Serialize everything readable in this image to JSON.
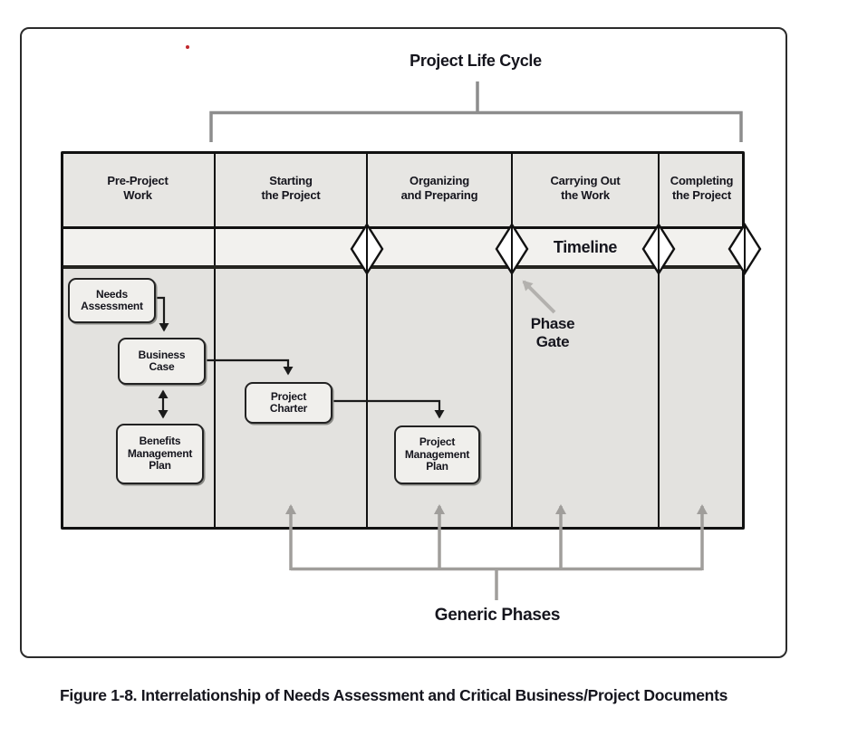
{
  "title": "Project Life Cycle",
  "columns": [
    {
      "lines": [
        "Pre-Project",
        "Work"
      ]
    },
    {
      "lines": [
        "Starting",
        "the Project"
      ]
    },
    {
      "lines": [
        "Organizing",
        "and Preparing"
      ]
    },
    {
      "lines": [
        "Carrying Out",
        "the Work"
      ]
    },
    {
      "lines": [
        "Completing",
        "the Project"
      ]
    }
  ],
  "timeline": {
    "label": "Timeline",
    "phase_gate": {
      "lines": [
        "Phase",
        "Gate"
      ]
    },
    "gate_count": 4
  },
  "documents": [
    {
      "id": "needs-assessment",
      "lines": [
        "Needs",
        "Assessment"
      ]
    },
    {
      "id": "business-case",
      "lines": [
        "Business",
        "Case"
      ]
    },
    {
      "id": "benefits-management-plan",
      "lines": [
        "Benefits",
        "Management",
        "Plan"
      ]
    },
    {
      "id": "project-charter",
      "lines": [
        "Project",
        "Charter"
      ]
    },
    {
      "id": "project-management-plan",
      "lines": [
        "Project",
        "Management",
        "Plan"
      ]
    }
  ],
  "generic_phases_label": "Generic Phases",
  "caption": "Figure 1-8. Interrelationship of Needs Assessment and Critical Business/Project Documents",
  "colors": {
    "header_fill": "#e7e6e3",
    "timeline_fill": "#f2f1ee",
    "content_fill": "#e3e2df",
    "box_fill": "#f0efec",
    "table_border": "#111111",
    "bracket_gray": "#8d8d8d",
    "arrow_gray": "#a09e9b",
    "connector_black": "#1a1a1a",
    "text": "#15151d",
    "red_dot": "#c1272d"
  }
}
